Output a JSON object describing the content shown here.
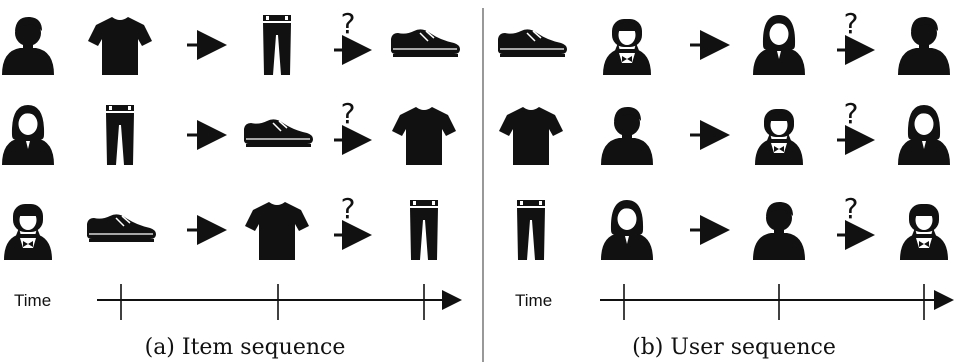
{
  "panels": [
    {
      "id": "item",
      "caption": "(a) Item sequence",
      "time_label": "Time",
      "rows": [
        [
          "user-man",
          "tshirt",
          "arrow",
          "pants",
          "arrow-question",
          "shoe"
        ],
        [
          "user-woman",
          "pants",
          "arrow",
          "shoe",
          "arrow-question",
          "tshirt"
        ],
        [
          "user-girl",
          "shoe",
          "arrow",
          "tshirt",
          "arrow-question",
          "pants"
        ]
      ]
    },
    {
      "id": "user",
      "caption": "(b) User sequence",
      "time_label": "Time",
      "rows": [
        [
          "shoe",
          "user-girl",
          "arrow",
          "user-woman",
          "arrow-question",
          "user-man"
        ],
        [
          "tshirt",
          "user-man",
          "arrow",
          "user-girl",
          "arrow-question",
          "user-woman"
        ],
        [
          "pants",
          "user-woman",
          "arrow",
          "user-man",
          "arrow-question",
          "user-girl"
        ]
      ]
    }
  ],
  "question_mark": "?"
}
